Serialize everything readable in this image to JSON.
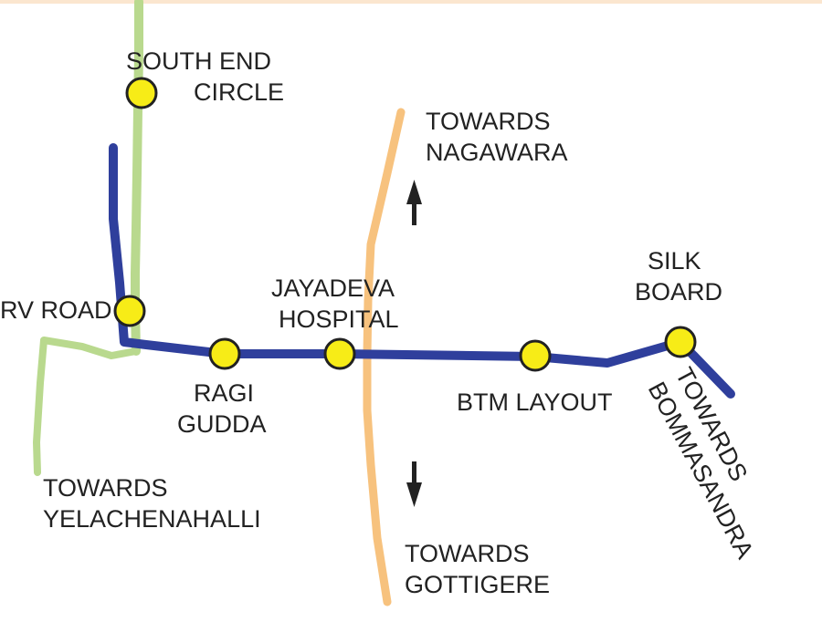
{
  "colors": {
    "blue_line": "#2f3f9c",
    "green_line": "#b9d98e",
    "orange_line": "#f7c27e",
    "station_fill": "#f7ec17",
    "station_stroke": "#222222",
    "top_border": "#fbe6cf",
    "text": "#222222"
  },
  "icons": {
    "up_arrow": "arrow-up-icon",
    "down_arrow": "arrow-down-icon"
  },
  "stations": [
    {
      "id": "south-end-circle",
      "line1": "SOUTH END",
      "line2": "CIRCLE"
    },
    {
      "id": "rv-road",
      "line1": "RV ROAD",
      "line2": ""
    },
    {
      "id": "ragi-gudda",
      "line1": "RAGI",
      "line2": "GUDDA"
    },
    {
      "id": "jayadeva-hospital",
      "line1": "JAYADEVA",
      "line2": "HOSPITAL"
    },
    {
      "id": "btm-layout",
      "line1": "BTM LAYOUT",
      "line2": ""
    },
    {
      "id": "silk-board",
      "line1": "SILK",
      "line2": "BOARD"
    }
  ],
  "directions": {
    "nagawara": {
      "line1": "TOWARDS",
      "line2": "NAGAWARA"
    },
    "gottigere": {
      "line1": "TOWARDS",
      "line2": "GOTTIGERE"
    },
    "yelachenahalli": {
      "line1": "TOWARDS",
      "line2": "YELACHENAHALLI"
    },
    "bommasandra": {
      "line1": "TOWARDS",
      "line2": "BOMMASANDRA"
    }
  }
}
